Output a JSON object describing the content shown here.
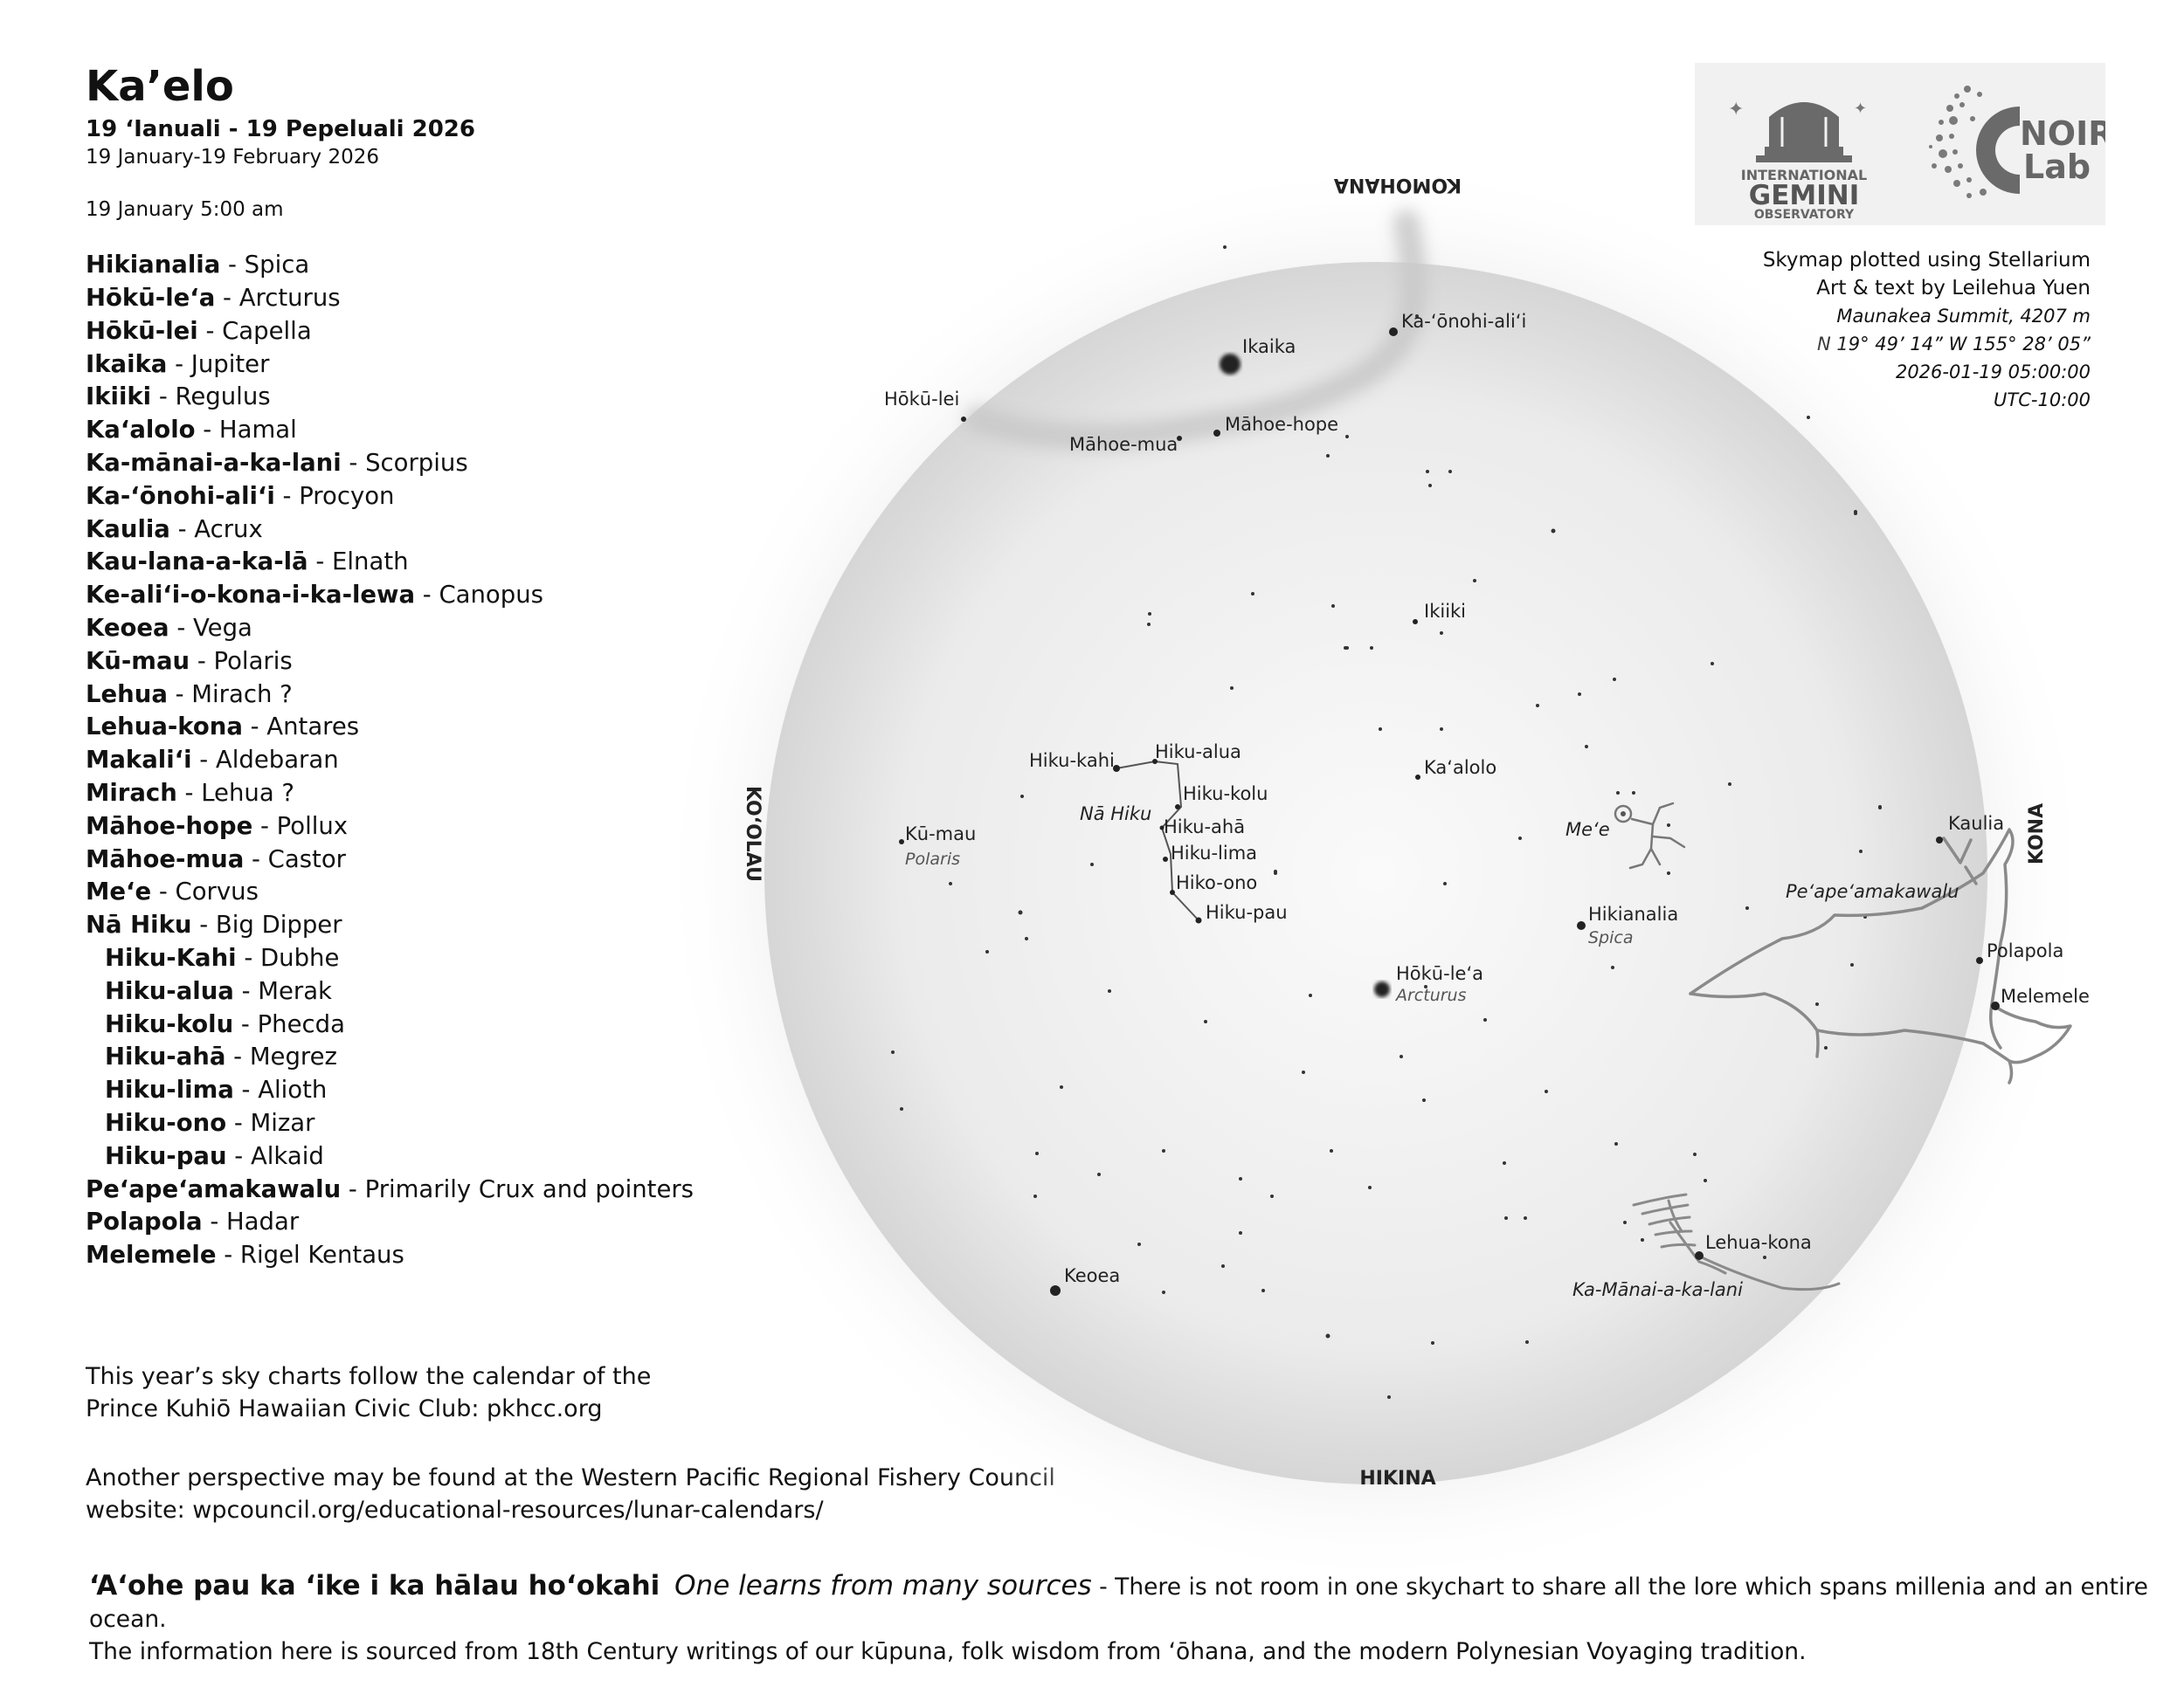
{
  "header": {
    "title": "Ka’elo",
    "subtitle_hawaiian": "19 ‘Ianuali - 19 Pepeluali 2026",
    "subtitle_english": "19 January-19 February 2026",
    "chart_time": "19 January 5:00 am"
  },
  "legend": [
    {
      "name": "Hikianalia",
      "sep": " - ",
      "star": "Spica",
      "indent": false
    },
    {
      "name": "Hōkū-le‘a",
      "sep": " - ",
      "star": "Arcturus",
      "indent": false
    },
    {
      "name": "Hōkū-lei",
      "sep": " - ",
      "star": "Capella",
      "indent": false
    },
    {
      "name": "Ikaika",
      "sep": " - ",
      "star": "Jupiter",
      "indent": false
    },
    {
      "name": "Ikiiki",
      "sep": " - ",
      "star": "Regulus",
      "indent": false
    },
    {
      "name": "Ka‘alolo",
      "sep": " - ",
      "star": "Hamal",
      "indent": false
    },
    {
      "name": "Ka-mānai-a-ka-lani",
      "sep": " - ",
      "star": "Scorpius",
      "indent": false
    },
    {
      "name": "Ka-‘ōnohi-ali‘i",
      "sep": " - ",
      "star": "Procyon",
      "indent": false
    },
    {
      "name": "Kaulia",
      "sep": " - ",
      "star": "Acrux",
      "indent": false
    },
    {
      "name": "Kau-lana-a-ka-lā",
      "sep": " - ",
      "star": "Elnath",
      "indent": false
    },
    {
      "name": "Ke-ali‘i-o-kona-i-ka-lewa",
      "sep": " - ",
      "star": "Canopus",
      "indent": false
    },
    {
      "name": "Keoea",
      "sep": " - ",
      "star": "Vega",
      "indent": false
    },
    {
      "name": "Kū-mau",
      "sep": " - ",
      "star": "Polaris",
      "indent": false
    },
    {
      "name": "Lehua",
      "sep": " - ",
      "star": "Mirach ?",
      "indent": false
    },
    {
      "name": "Lehua-kona",
      "sep": " - ",
      "star": "Antares",
      "indent": false
    },
    {
      "name": "Makali‘i",
      "sep": " - ",
      "star": "Aldebaran",
      "indent": false
    },
    {
      "name": "Mirach",
      "sep": " - ",
      "star": "Lehua ?",
      "indent": false
    },
    {
      "name": "Māhoe-hope",
      "sep": " - ",
      "star": "Pollux",
      "indent": false
    },
    {
      "name": "Māhoe-mua",
      "sep": " - ",
      "star": "Castor",
      "indent": false
    },
    {
      "name": "Me‘e",
      "sep": " - ",
      "star": "Corvus",
      "indent": false
    },
    {
      "name": "Nā Hiku",
      "sep": " - ",
      "star": "Big Dipper",
      "indent": false
    },
    {
      "name": "Hiku-Kahi",
      "sep": " - ",
      "star": "Dubhe",
      "indent": true
    },
    {
      "name": "Hiku-alua",
      "sep": " - ",
      "star": "Merak",
      "indent": true
    },
    {
      "name": "Hiku-kolu",
      "sep": " - ",
      "star": "Phecda",
      "indent": true
    },
    {
      "name": "Hiku-ahā",
      "sep": " - ",
      "star": "Megrez",
      "indent": true
    },
    {
      "name": "Hiku-lima",
      "sep": " - ",
      "star": "Alioth",
      "indent": true
    },
    {
      "name": "Hiku-ono",
      "sep": " - ",
      "star": "Mizar",
      "indent": true
    },
    {
      "name": "Hiku-pau",
      "sep": " - ",
      "star": "Alkaid",
      "indent": true
    },
    {
      "name": "Pe‘ape‘amakawalu",
      "sep": " - ",
      "star": "Primarily Crux and pointers",
      "indent": false
    },
    {
      "name": "Polapola",
      "sep": " - ",
      "star": "Hadar",
      "indent": false
    },
    {
      "name": "Melemele",
      "sep": " - ",
      "star": "Rigel Kentaus",
      "indent": false
    }
  ],
  "notes": {
    "calendar_line1": "This year’s sky charts follow the calendar of the",
    "calendar_line2": "Prince Kuhiō Hawaiian Civic Club: pkhcc.org",
    "perspective_line1": "Another perspective may be found at the Western Pacific Regional Fishery Council",
    "perspective_line2": "website:  wpcouncil.org/educational-resources/lunar-calendars/"
  },
  "footer": {
    "proverb": "‘A‘ohe pau ka ‘ike i ka hālau ho‘okahi",
    "translation": "One learns from many sources",
    "line1_rest": " - There is not room in one skychart to share all the lore which spans millenia and an entire ocean.",
    "line2": "The information here is sourced from 18th Century writings of our kūpuna, folk wisdom from ‘ōhana, and the modern Polynesian Voyaging tradition."
  },
  "credits": {
    "line1": "Skymap plotted using Stellarium",
    "line2": "Art & text by Leilehua Yuen",
    "location": "Maunakea Summit, 4207 m",
    "coords": "N 19° 49’ 14”  W 155° 28’ 05”",
    "datetime": "2026-01-19 05:00:00",
    "timezone": "UTC-10:00"
  },
  "logos": {
    "gemini_line1": "INTERNATIONAL",
    "gemini_line2": "GEMINI",
    "gemini_line3": "OBSERVATORY",
    "noir_line1": "NOIR",
    "noir_line2": "Lab"
  },
  "directions": {
    "top": "KOMOHANA",
    "bottom": "HIKINA",
    "left": "KO‘OLAU",
    "right": "KONA"
  },
  "sky_labels": {
    "hokulei": "Hōkū-lei",
    "ikaika": "Ikaika",
    "kaonohi": "Ka-‘ōnohi-ali‘i",
    "mahoemua": "Māhoe-mua",
    "mahoehope": "Māhoe-hope",
    "ikiiki": "Ikiiki",
    "hikukahi": "Hiku-kahi",
    "hikualua": "Hiku-alua",
    "hikukolu": "Hiku-kolu",
    "nahiku": "Nā Hiku",
    "hikuaha": "Hiku-ahā",
    "hikulima": "Hiku-lima",
    "hikoono": "Hiko-ono",
    "hikupau": "Hiku-pau",
    "kumau": "Kū-mau",
    "polaris": "Polaris",
    "kaalolo": "Ka‘alolo",
    "mee": "Me‘e",
    "kaulia": "Kaulia",
    "peape": "Pe‘ape‘amakawalu",
    "hikianalia": "Hikianalia",
    "spica": "Spica",
    "hokulea": "Hōkū-le‘a",
    "arcturus": "Arcturus",
    "polapola": "Polapola",
    "melemele": "Melemele",
    "lehuakona": "Lehua-kona",
    "kamanai": "Ka-Mānai-a-ka-lani",
    "keoea": "Keoea"
  }
}
